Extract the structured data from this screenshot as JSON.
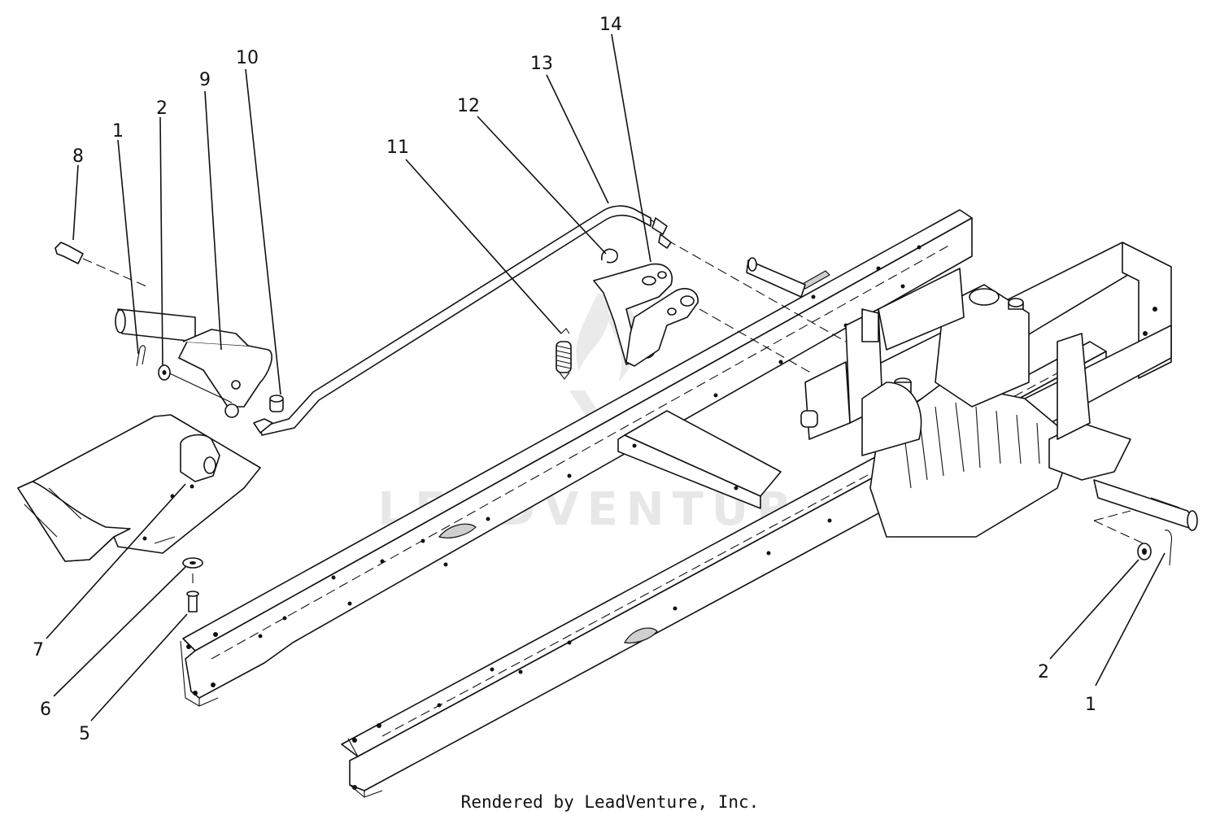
{
  "callouts": [
    {
      "id": "8",
      "text": "8"
    },
    {
      "id": "1a",
      "text": "1"
    },
    {
      "id": "2a",
      "text": "2"
    },
    {
      "id": "9",
      "text": "9"
    },
    {
      "id": "10",
      "text": "10"
    },
    {
      "id": "11",
      "text": "11"
    },
    {
      "id": "12",
      "text": "12"
    },
    {
      "id": "13",
      "text": "13"
    },
    {
      "id": "14",
      "text": "14"
    },
    {
      "id": "7",
      "text": "7"
    },
    {
      "id": "6",
      "text": "6"
    },
    {
      "id": "5",
      "text": "5"
    },
    {
      "id": "2b",
      "text": "2"
    },
    {
      "id": "1b",
      "text": "1"
    }
  ],
  "watermark": "LEADVENTURE",
  "credit": "Rendered by LeadVenture, Inc."
}
